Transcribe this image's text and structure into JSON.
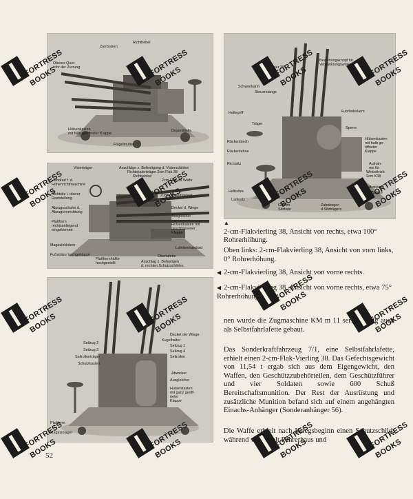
{
  "page_number": "52",
  "watermark": {
    "line1": "FORTRESS",
    "line2": "BOOKS"
  },
  "photo1_labels": {
    "zurrbolzen": "Zurrbolzen",
    "richthebel": "Richthebel",
    "oberes_querrohr_1": "Oberes Quer-",
    "oberes_querrohr_2": "rohr der Zurrung",
    "huelsenkasten_1": "Hülsenkasten",
    "huelsenkasten_2": "mit halb geöffneter Klappe",
    "fluegelmutter": "Flügelmutter",
    "dosenlibelle": "Dosenlibelle"
  },
  "photo2_labels": {
    "visiertraeger": "Visierträger",
    "anschlaege_1": "Anschläge z. Befestigung d. Visierschildes",
    "anschlaege_2": "Richtskalenträger 2cm Flak 38",
    "richtwinkel": "Richtwinkel",
    "handrad_1": "Handrad f. d.",
    "handrad_2": "Höhenrichtmaschine",
    "waffe": "2cm Flak 38 Waffe",
    "zurrung": "Zurrungsbeingelegt",
    "richtsitz": "Richtsitz i. oberer",
    "rastestellung": "Raststellung",
    "abzugsschuh_1": "Abzugsschuhe d.",
    "abzugsschuh_2": "Abzugsvorrichtung",
    "deckel": "Deckel d. Wiege",
    "ausgleicher": "Ausgleicher",
    "huelsenkasten_1": "Hülsenkasten mit",
    "huelsenkasten_2": "geschlossener",
    "huelsenkasten_3": "Klappe",
    "plattform_1": "Plattform",
    "plattform_2": "rechtsanliegend",
    "plattform_3": "eingeklemmt",
    "magazinkloben": "Magazinkloben",
    "fussstuetze": "Fußstütze hochgeklappt",
    "plattformhaelfte_1": "Plattformhälfte",
    "plattformhaelfte_2": "hochgestellt",
    "lafettenhandrad": "Lafettenhandrad",
    "oberlafette": "Oberlafette",
    "anschlag_1": "Anschlag z. Befestigen",
    "anschlag_2": "d. rechten Schutzschildes"
  },
  "photo3_labels": {
    "beziehungsknopf_1": "Beziehungsknopf für",
    "beziehungsknopf_2": "Verdunklungswiderstand",
    "visier": "Visier 39",
    "schwenkarm": "Schwenkarm",
    "steuerstange": "Steuerstange",
    "haltegriff": "Haltegriff",
    "traeger": "Träger",
    "fuhrhebelarm": "Fuhrhebelarm",
    "sperre": "Sperre",
    "rueckenblech": "Rückenblech",
    "rueckenlehne": "Rückenlehne",
    "richtsitz": "Richtsitz",
    "huelsenkasten_1": "Hülsenkasten",
    "huelsenkasten_2": "mit halb ge-",
    "huelsenkasten_3": "öffneter",
    "huelsenkasten_4": "Klappe",
    "aufnahme_1": "Aufnah-",
    "aufnahme_2": "me für",
    "aufnahme_3": "Winkeltrieb",
    "aufnahme_4": "2cm K38",
    "halbstuetze": "Halbstütze",
    "fussstuetze": "Fußstütze",
    "halbsitze": "Halbsitze",
    "ladesitz": "Ladesitz",
    "griff_1": "Griff im",
    "griff_2": "Sitzbein",
    "zahnbogen_1": "Zahnbogen",
    "zahnbogen_2": "d.Sitzträgers"
  },
  "photo4_labels": {
    "deckel_wiege": "Deckel der Wiege",
    "kugelhalter": "Kugelhalter",
    "seilzug2": "Seilzug 2",
    "seilzug3": "Seilzug 3",
    "seilrollentraeger": "Seilrollenträger",
    "schutzkasten": "Schutzkasten",
    "seilzug1": "Seilzug 1",
    "seilzug4": "Seilzug 4",
    "seilrollen": "Seilrollen",
    "abweiser": "Abweiser",
    "ausgleicher": "Ausgleicher",
    "huelsenkasten_1": "Hülsenkasten",
    "huelsenkasten_2": "mit ganz geöff-",
    "huelsenkasten_3": "neter",
    "huelsenkasten_4": "Klappe",
    "plattform": "Plattform",
    "magazinlager": "Magazinlager"
  },
  "captions": {
    "c1": "2-cm-Flakvierling 38, Ansicht von rechts, etwa 100° Rohrerhöhung.",
    "c2": "Oben links: 2-cm-Flakvierling 38, Ansicht von vorn links, 0° Rohrerhöhung.",
    "c3": "2-cm-Flakvierling 38, Ansicht von vorne rechts.",
    "c4": "2-cm-Flakvierling 38, Ansicht von vorne rechts, etwa 75° Rohrerhöhung."
  },
  "paragraphs": {
    "p1": "nen wurde die Zugmaschine KM m 11 serienmäßig auch als Selbstfahrlafette gebaut.",
    "p2": "Das Sonderkraftfahrzeug 7/1, eine Selbstfahrlafette, erhielt einen 2-cm-Flak-Vierling 38. Das Gefechtsgewicht von 11,54 t ergab sich aus dem Eigengewicht, den Waffen, den Geschützzubehörteilen, dem Geschützführer und vier Soldaten sowie 600 Schuß Bereitschaftsmunition. Der Rest der Ausrüstung und zusätzliche Munition befand sich auf einem angehängten Einachs-Anhänger (Sonderanhänger 56).",
    "p3": "Die Waffe erhielt nach Kriegsbeginn einen Schutzschild, während vereinzelt Fahrerhaus und"
  }
}
